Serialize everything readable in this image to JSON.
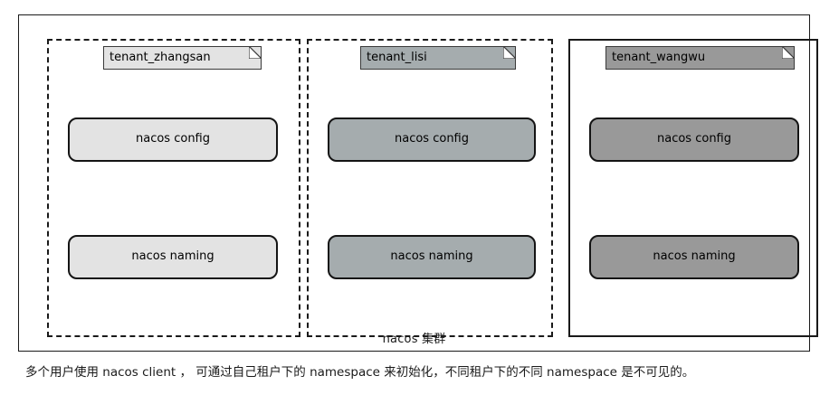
{
  "diagram": {
    "cluster": {
      "label": "nacos 集群",
      "border_color": "#1a1a1a"
    },
    "tenants": [
      {
        "name": "tenant_zhangsan",
        "border_style": "dashed",
        "fill": "#e3e3e3",
        "components": [
          {
            "label": "nacos config"
          },
          {
            "label": "nacos naming"
          }
        ]
      },
      {
        "name": "tenant_lisi",
        "border_style": "dashed",
        "fill": "#a5acae",
        "components": [
          {
            "label": "nacos config"
          },
          {
            "label": "nacos naming"
          }
        ]
      },
      {
        "name": "tenant_wangwu",
        "border_style": "solid",
        "fill": "#999999",
        "components": [
          {
            "label": "nacos config"
          },
          {
            "label": "nacos naming"
          }
        ]
      }
    ],
    "caption": "多个用户使用 nacos client ， 可通过自己租户下的 namespace 来初始化，不同租户下的不同 namespace 是不可见的。"
  }
}
